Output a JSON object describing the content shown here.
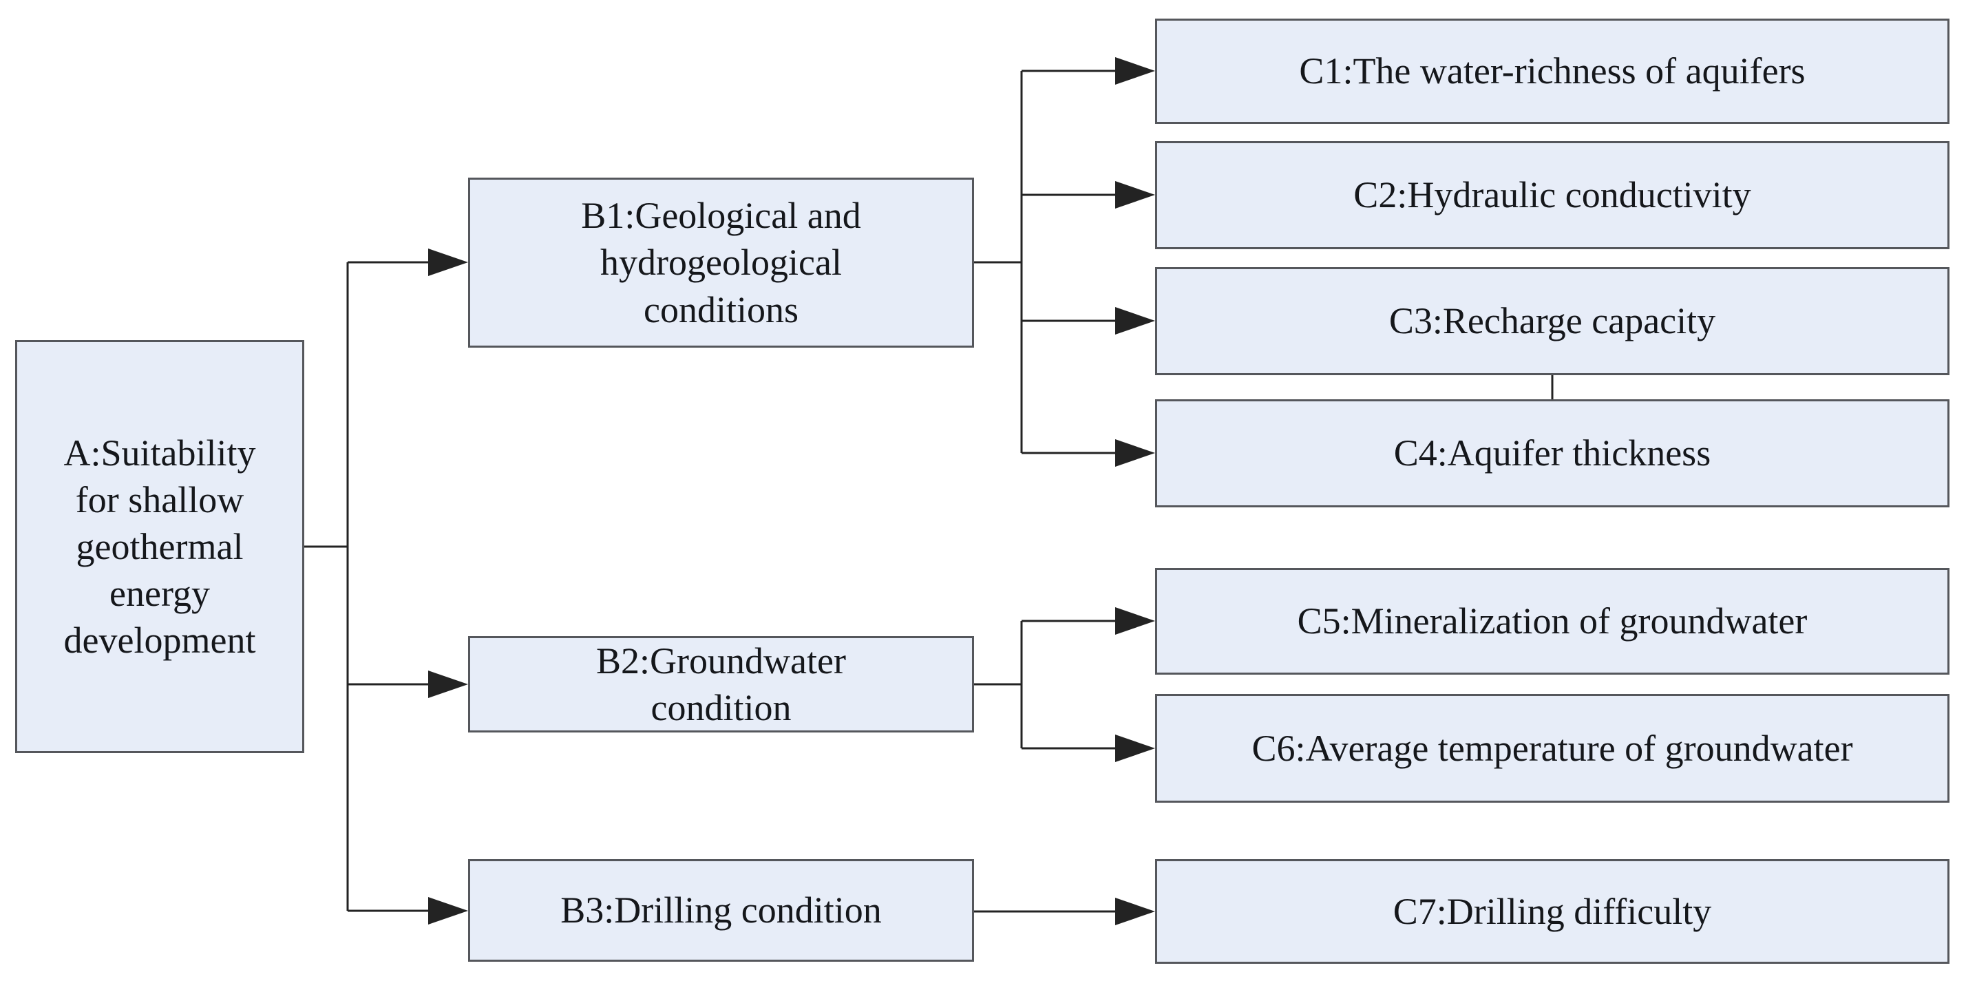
{
  "diagram": {
    "type": "hierarchy-flowchart",
    "colors": {
      "background": "#ffffff",
      "node_fill": "#e7edf8",
      "node_border": "#55575c",
      "line": "#232323",
      "text": "#15171b"
    },
    "nodes": {
      "A": {
        "id": "A",
        "label": "A:Suitability for shallow geothermal energy development"
      },
      "B1": {
        "id": "B1",
        "label": "B1:Geological and hydrogeological conditions"
      },
      "B2": {
        "id": "B2",
        "label": "B2:Groundwater condition"
      },
      "B3": {
        "id": "B3",
        "label": "B3:Drilling condition"
      },
      "C1": {
        "id": "C1",
        "label": "C1:The water-richness of aquifers"
      },
      "C2": {
        "id": "C2",
        "label": "C2:Hydraulic conductivity"
      },
      "C3": {
        "id": "C3",
        "label": "C3:Recharge capacity"
      },
      "C4": {
        "id": "C4",
        "label": "C4:Aquifer thickness"
      },
      "C5": {
        "id": "C5",
        "label": "C5:Mineralization of groundwater"
      },
      "C6": {
        "id": "C6",
        "label": "C6:Average temperature of groundwater"
      },
      "C7": {
        "id": "C7",
        "label": "C7:Drilling difficulty"
      }
    },
    "edges": [
      {
        "from": "A",
        "to": "B1",
        "style": "arrow"
      },
      {
        "from": "A",
        "to": "B2",
        "style": "arrow"
      },
      {
        "from": "A",
        "to": "B3",
        "style": "arrow"
      },
      {
        "from": "B1",
        "to": "C1",
        "style": "arrow"
      },
      {
        "from": "B1",
        "to": "C2",
        "style": "arrow"
      },
      {
        "from": "B1",
        "to": "C3",
        "style": "arrow"
      },
      {
        "from": "B1",
        "to": "C4",
        "style": "arrow"
      },
      {
        "from": "B2",
        "to": "C5",
        "style": "arrow"
      },
      {
        "from": "B2",
        "to": "C6",
        "style": "arrow"
      },
      {
        "from": "B3",
        "to": "C7",
        "style": "arrow"
      },
      {
        "from": "C3",
        "to": "C4",
        "style": "plain-line"
      }
    ]
  }
}
